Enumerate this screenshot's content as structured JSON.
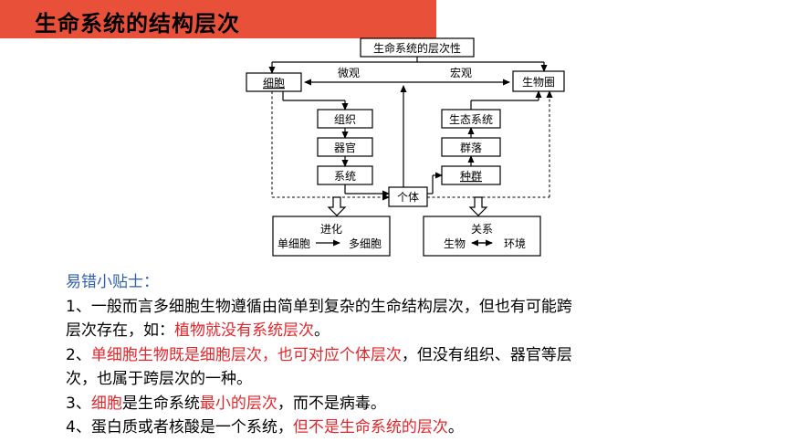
{
  "title": "生命系统的结构层次",
  "diagram": {
    "top": "生命系统的层次性",
    "cell": "细胞",
    "biosphere": "生物圈",
    "micro": "微观",
    "macro": "宏观",
    "tissue": "组织",
    "organ": "器官",
    "system": "系统",
    "individual": "个体",
    "ecosystem": "生态系统",
    "community": "群落",
    "population": "种群",
    "evolution": "进化",
    "unicellular": "单细胞",
    "multicellular": "多细胞",
    "relation": "关系",
    "organism": "生物",
    "environment": "环境"
  },
  "tips": {
    "heading": "易错小贴士：",
    "l1a": "1、一般而言多细胞生物遵循由简单到复杂的生命结构层次，但也有可能跨",
    "l1b": "层次存在，如：",
    "l1c": "植物就没有系统层次",
    "l1d": "。",
    "l2a": "2、",
    "l2b": "单细胞生物既是细胞层次，也可对应个体层次",
    "l2c": "，但没有组织、器官等层",
    "l2d": "次，也属于跨层次的一种。",
    "l3a": "3、",
    "l3b": "细胞",
    "l3c": "是生命系统",
    "l3d": "最小的层次",
    "l3e": "，而不是病毒。",
    "l4a": "4、蛋白质或者核酸是一个系统，",
    "l4b": "但不是生命系统的层次",
    "l4c": "。"
  }
}
